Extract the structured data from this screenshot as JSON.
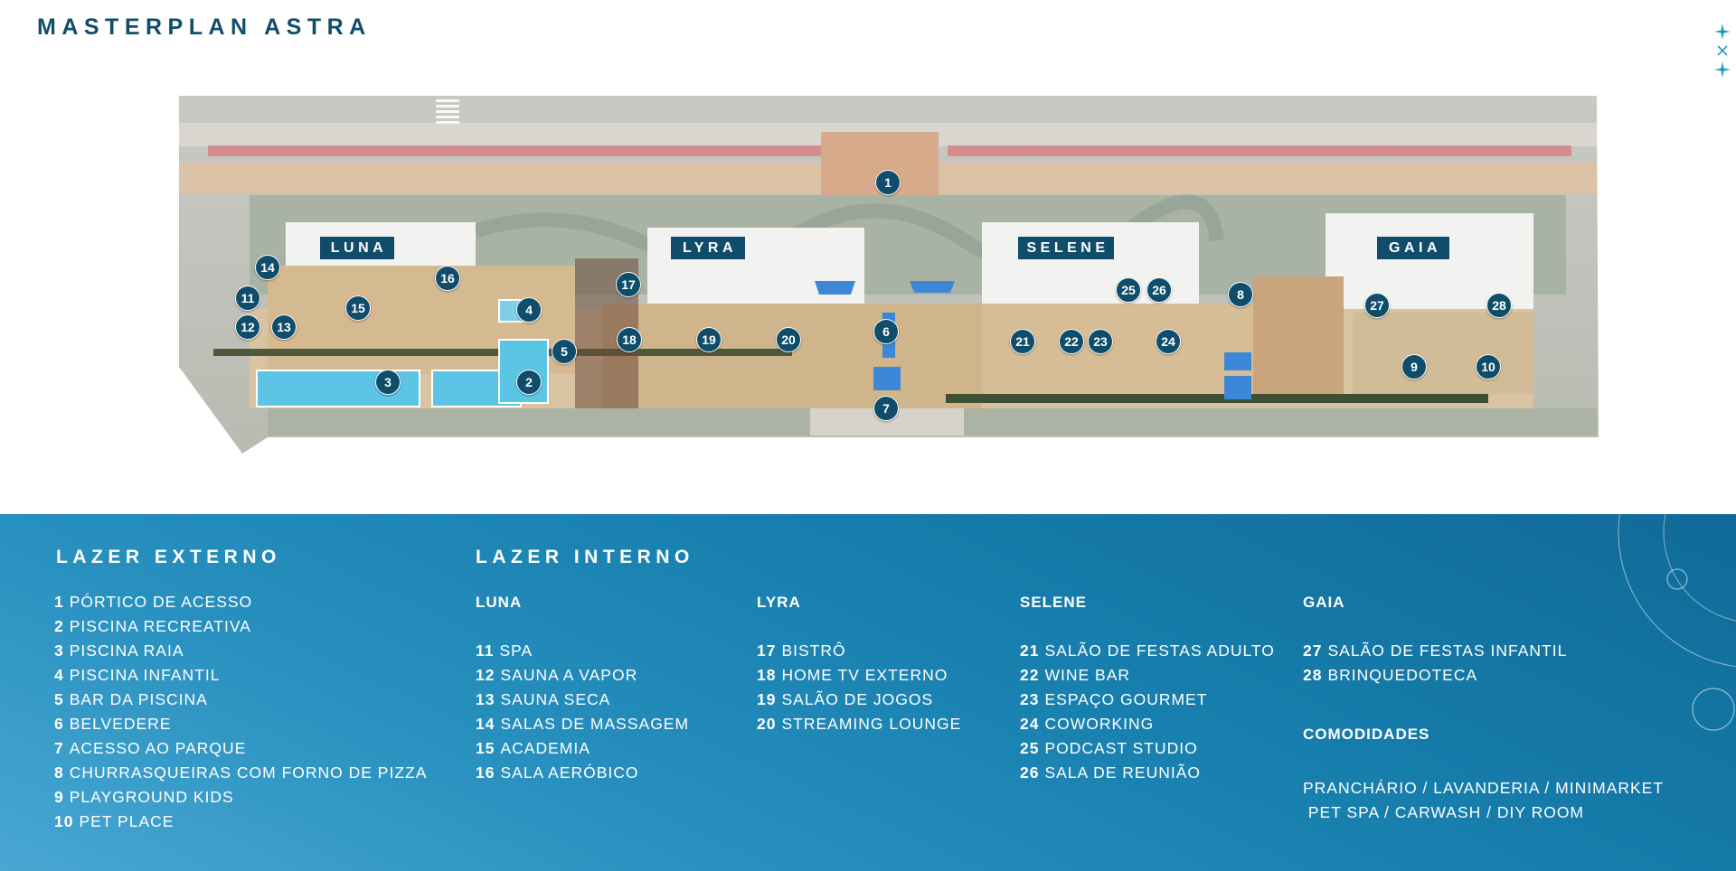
{
  "title": "MASTERPLAN ASTRA",
  "buildings": [
    "LUNA",
    "LYRA",
    "SELENE",
    "GAIA"
  ],
  "markers": [
    "1",
    "2",
    "3",
    "4",
    "5",
    "6",
    "7",
    "8",
    "9",
    "10",
    "11",
    "12",
    "13",
    "14",
    "15",
    "16",
    "17",
    "18",
    "19",
    "20",
    "21",
    "22",
    "23",
    "24",
    "25",
    "26",
    "27",
    "28"
  ],
  "legend": {
    "externo_title": "LAZER EXTERNO",
    "interno_title": "LAZER INTERNO",
    "externo_items": [
      {
        "num": "1",
        "label": "PÓRTICO DE ACESSO"
      },
      {
        "num": "2",
        "label": "PISCINA RECREATIVA"
      },
      {
        "num": "3",
        "label": "PISCINA RAIA"
      },
      {
        "num": "4",
        "label": "PISCINA INFANTIL"
      },
      {
        "num": "5",
        "label": "BAR DA PISCINA"
      },
      {
        "num": "6",
        "label": "BELVEDERE"
      },
      {
        "num": "7",
        "label": "ACESSO AO PARQUE"
      },
      {
        "num": "8",
        "label": "CHURRASQUEIRAS COM FORNO DE PIZZA"
      },
      {
        "num": "9",
        "label": "PLAYGROUND KIDS"
      },
      {
        "num": "10",
        "label": "PET PLACE"
      }
    ],
    "luna": {
      "name": "LUNA",
      "items": [
        {
          "num": "11",
          "label": "SPA"
        },
        {
          "num": "12",
          "label": "SAUNA A VAPOR"
        },
        {
          "num": "13",
          "label": "SAUNA SECA"
        },
        {
          "num": "14",
          "label": "SALAS DE MASSAGEM"
        },
        {
          "num": "15",
          "label": "ACADEMIA"
        },
        {
          "num": "16",
          "label": "SALA AERÓBICO"
        }
      ]
    },
    "lyra": {
      "name": "LYRA",
      "items": [
        {
          "num": "17",
          "label": "BISTRÔ"
        },
        {
          "num": "18",
          "label": "HOME TV EXTERNO"
        },
        {
          "num": "19",
          "label": "SALÃO DE JOGOS"
        },
        {
          "num": "20",
          "label": "STREAMING LOUNGE"
        }
      ]
    },
    "selene": {
      "name": "SELENE",
      "items": [
        {
          "num": "21",
          "label": "SALÃO DE FESTAS ADULTO"
        },
        {
          "num": "22",
          "label": "WINE BAR"
        },
        {
          "num": "23",
          "label": "ESPAÇO GOURMET"
        },
        {
          "num": "24",
          "label": "COWORKING"
        },
        {
          "num": "25",
          "label": "PODCAST STUDIO"
        },
        {
          "num": "26",
          "label": "SALA DE REUNIÃO"
        }
      ]
    },
    "gaia": {
      "name": "GAIA",
      "items": [
        {
          "num": "27",
          "label": "SALÃO DE FESTAS INFANTIL"
        },
        {
          "num": "28",
          "label": "BRINQUEDOTECA"
        }
      ]
    },
    "comodidades": {
      "title": "COMODIDADES",
      "lines": [
        "PRANCHÁRIO / LAVANDERIA / MINIMARKET",
        " PET SPA / CARWASH / DIY ROOM"
      ]
    }
  },
  "colors": {
    "brand_navy": "#0f4d6a",
    "legend_blue": "#177fae",
    "pool_blue": "#5cc4e4"
  }
}
